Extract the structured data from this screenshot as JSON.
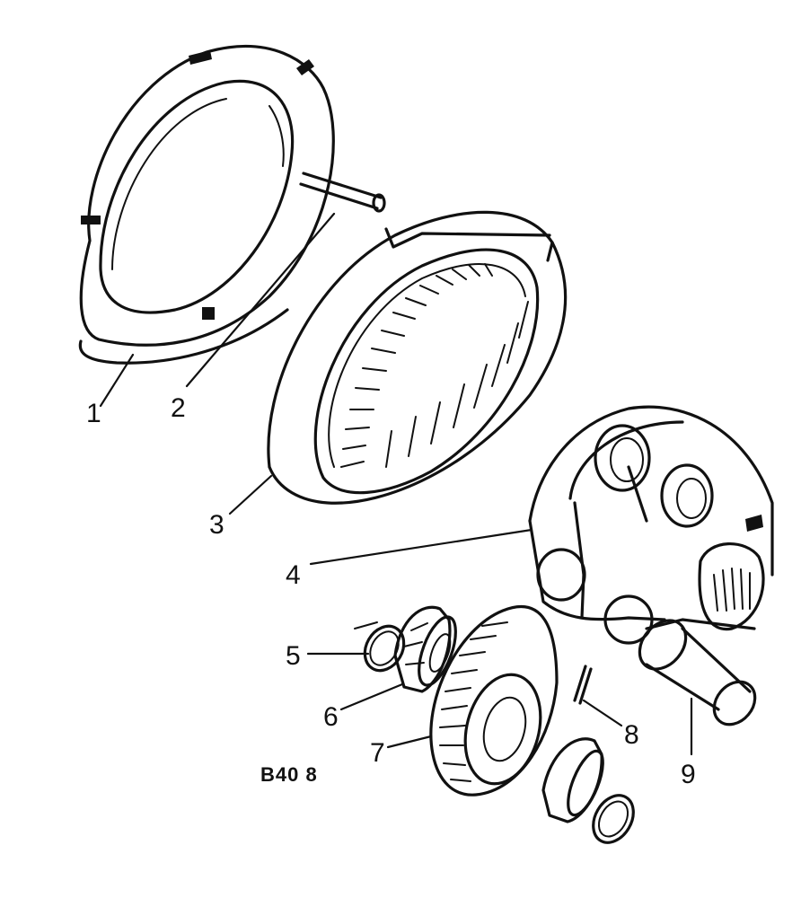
{
  "diagram": {
    "figure_code": "B40 8",
    "callouts": [
      {
        "id": "1",
        "label": "1"
      },
      {
        "id": "2",
        "label": "2"
      },
      {
        "id": "3",
        "label": "3"
      },
      {
        "id": "4",
        "label": "4"
      },
      {
        "id": "5",
        "label": "5"
      },
      {
        "id": "6",
        "label": "6"
      },
      {
        "id": "7",
        "label": "7"
      },
      {
        "id": "8",
        "label": "8"
      },
      {
        "id": "9",
        "label": "9"
      }
    ]
  },
  "colors": {
    "ink": "#111111",
    "paper": "#ffffff"
  }
}
